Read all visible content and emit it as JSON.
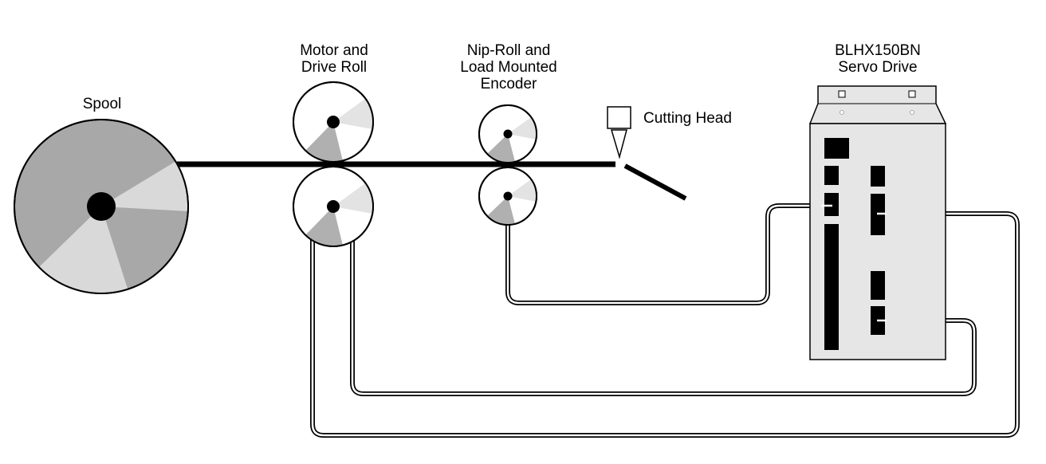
{
  "labels": {
    "spool": "Spool",
    "motor_line1": "Motor and",
    "motor_line2": "Drive Roll",
    "nip_line1": "Nip-Roll and",
    "nip_line2": "Load Mounted",
    "nip_line3": "Encoder",
    "cutting_head": "Cutting Head",
    "drive_line1": "BLHX150BN",
    "drive_line2": "Servo Drive"
  },
  "colors": {
    "wedge_dark": "#a8a8a8",
    "wedge_light": "#d9d9d9",
    "drive_body": "#e6e6e6",
    "ink": "#000000"
  }
}
